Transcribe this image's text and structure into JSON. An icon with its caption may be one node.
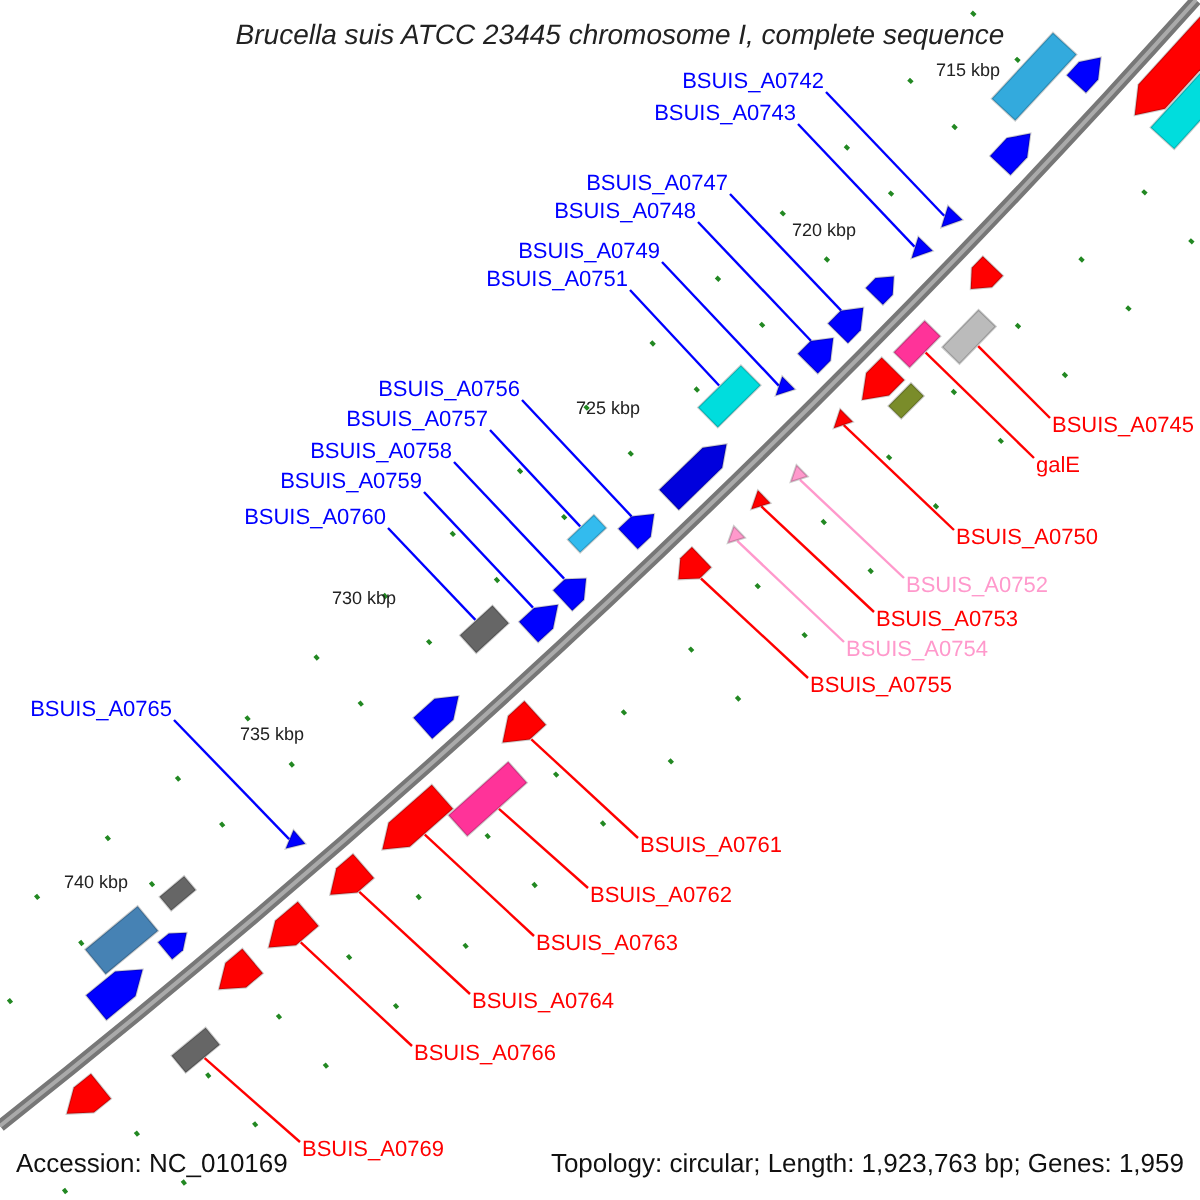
{
  "diagram": {
    "title": "Brucella suis ATCC 23445 chromosome I, complete sequence",
    "nodes": [
      {
        "text": [
          "BSUIS_A0742"
        ]
      },
      {
        "text": [],
        "shape": "triangle"
      },
      {
        "text": [
          "BSUIS_A0743"
        ]
      },
      {
        "text": [],
        "shape": "triangle"
      },
      {
        "text": [
          "BSUIS_A0747"
        ]
      },
      {
        "text": [],
        "shape": "pentagon"
      },
      {
        "text": [
          "BSUIS_A0748"
        ]
      },
      {
        "text": [],
        "shape": "pentagon"
      },
      {
        "text": [
          "BSUIS_A0749"
        ]
      },
      {
        "text": [],
        "shape": "triangle"
      },
      {
        "text": [
          "BSUIS_A0751"
        ]
      },
      {
        "text": [],
        "shape": "box"
      },
      {
        "text": [
          "BSUIS_A0745"
        ]
      },
      {
        "text": [],
        "shape": "box"
      },
      {
        "text": [
          "galE"
        ]
      },
      {
        "text": [],
        "shape": "box"
      },
      {
        "text": [
          "BSUIS_A0756"
        ]
      },
      {
        "text": [],
        "shape": "pentagon"
      },
      {
        "text": [
          "BSUIS_A0757"
        ]
      },
      {
        "text": [],
        "shape": "box"
      },
      {
        "text": [
          "BSUIS_A0758"
        ]
      },
      {
        "text": [],
        "shape": "pentagon"
      },
      {
        "text": [
          "BSUIS_A0759"
        ]
      },
      {
        "text": [],
        "shape": "pentagon"
      },
      {
        "text": [
          "BSUIS_A0760"
        ]
      },
      {
        "text": [],
        "shape": "box"
      },
      {
        "text": [
          "BSUIS_A0750"
        ]
      },
      {
        "text": [],
        "shape": "triangle"
      },
      {
        "text": [
          "BSUIS_A0752"
        ]
      },
      {
        "text": [],
        "shape": "triangle"
      },
      {
        "text": [
          "BSUIS_A0753"
        ]
      },
      {
        "text": [],
        "shape": "triangle"
      },
      {
        "text": [
          "BSUIS_A0754"
        ]
      },
      {
        "text": [],
        "shape": "triangle"
      },
      {
        "text": [
          "BSUIS_A0755"
        ]
      },
      {
        "text": [],
        "shape": "pentagon"
      },
      {
        "text": [
          "BSUIS_A0765"
        ]
      },
      {
        "text": [],
        "shape": "triangle"
      },
      {
        "text": [
          "BSUIS_A0761"
        ]
      },
      {
        "text": [],
        "shape": "pentagon"
      },
      {
        "text": [
          "BSUIS_A0762"
        ]
      },
      {
        "text": [],
        "shape": "box"
      },
      {
        "text": [
          "BSUIS_A0763"
        ]
      },
      {
        "text": [],
        "shape": "pentagon"
      },
      {
        "text": [
          "BSUIS_A0764"
        ]
      },
      {
        "text": [],
        "shape": "pentagon"
      },
      {
        "text": [
          "BSUIS_A0766"
        ]
      },
      {
        "text": [],
        "shape": "pentagon"
      },
      {
        "text": [
          "BSUIS_A0769"
        ]
      },
      {
        "text": [],
        "shape": "box"
      },
      {
        "text": [],
        "shape": "pentagon"
      },
      {
        "text": [],
        "shape": "box"
      },
      {
        "text": [],
        "shape": "pentagon"
      },
      {
        "text": [],
        "shape": "box"
      },
      {
        "text": [],
        "shape": "pentagon"
      },
      {
        "text": [],
        "shape": "pentagon"
      },
      {
        "text": [],
        "shape": "pentagon"
      },
      {
        "text": [],
        "shape": "box"
      },
      {
        "text": [],
        "shape": "pentagon"
      },
      {
        "text": [],
        "shape": "pentagon"
      },
      {
        "text": [],
        "shape": "pentagon"
      },
      {
        "text": [],
        "shape": "box"
      },
      {
        "text": [],
        "shape": "pentagon"
      },
      {
        "text": [],
        "shape": "pentagon"
      },
      {
        "text": [],
        "shape": "box"
      },
      {
        "text": [],
        "shape": "pentagon"
      },
      {
        "text": [],
        "shape": "pentagon"
      }
    ],
    "edges": [
      {
        "from": 0,
        "to": 1,
        "arrow": "none"
      },
      {
        "from": 2,
        "to": 3,
        "arrow": "none"
      },
      {
        "from": 4,
        "to": 5,
        "arrow": "none"
      },
      {
        "from": 6,
        "to": 7,
        "arrow": "none"
      },
      {
        "from": 8,
        "to": 9,
        "arrow": "none"
      },
      {
        "from": 10,
        "to": 11,
        "arrow": "none"
      },
      {
        "from": 12,
        "to": 13,
        "arrow": "none",
        "color": "#ff0000"
      },
      {
        "from": 14,
        "to": 15,
        "arrow": "none",
        "color": "#ff0000"
      },
      {
        "from": 16,
        "to": 17,
        "arrow": "none"
      },
      {
        "from": 18,
        "to": 19,
        "arrow": "none"
      },
      {
        "from": 20,
        "to": 21,
        "arrow": "none"
      },
      {
        "from": 22,
        "to": 23,
        "arrow": "none"
      },
      {
        "from": 24,
        "to": 25,
        "arrow": "none"
      },
      {
        "from": 26,
        "to": 27,
        "arrow": "none",
        "color": "#ff0000"
      },
      {
        "from": 28,
        "to": 29,
        "arrow": "none",
        "color": "#ff99cc"
      },
      {
        "from": 30,
        "to": 31,
        "arrow": "none",
        "color": "#ff0000"
      },
      {
        "from": 32,
        "to": 33,
        "arrow": "none",
        "color": "#ff99cc"
      },
      {
        "from": 34,
        "to": 35,
        "arrow": "none",
        "color": "#ff0000"
      },
      {
        "from": 36,
        "to": 37,
        "arrow": "none"
      },
      {
        "from": 38,
        "to": 39,
        "arrow": "none",
        "color": "#ff0000"
      },
      {
        "from": 40,
        "to": 41,
        "arrow": "none",
        "color": "#ff0000"
      },
      {
        "from": 42,
        "to": 43,
        "arrow": "none",
        "color": "#ff0000"
      },
      {
        "from": 44,
        "to": 45,
        "arrow": "none",
        "color": "#ff0000"
      },
      {
        "from": 46,
        "to": 47,
        "arrow": "none",
        "color": "#ff0000"
      },
      {
        "from": 48,
        "to": 49,
        "arrow": "none",
        "color": "#ff0000"
      }
    ],
    "labels": [
      "715 kbp",
      "720 kbp",
      "725 kbp",
      "730 kbp",
      "735 kbp",
      "740 kbp",
      "Accession: NC_010169",
      "Topology: circular; Length: 1,923,763 bp; Genes: 1,959"
    ]
  }
}
